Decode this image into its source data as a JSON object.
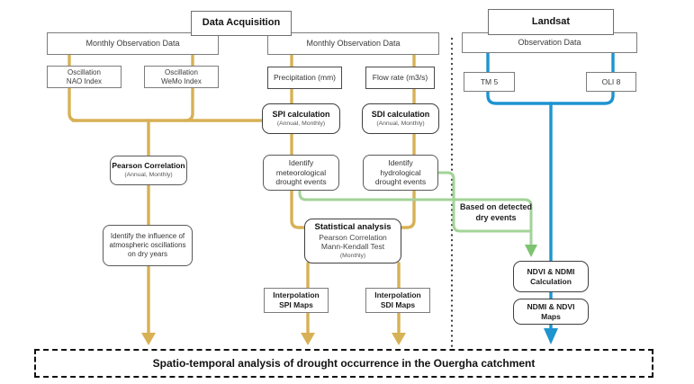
{
  "colors": {
    "yellow": "#D7B155",
    "blue": "#1E94D0",
    "green": "#A3D398",
    "green_arrow": "#7CC46F",
    "divider": "#3a3a3a"
  },
  "headers": {
    "data_acquisition": "Data Acquisition",
    "landsat": "Landsat"
  },
  "boxes": {
    "monthly_obs_left": {
      "label": "Monthly Observation Data"
    },
    "monthly_obs_mid": {
      "label": "Monthly Observation Data"
    },
    "observation_data": {
      "label": "Observation Data"
    },
    "osc_nao": {
      "line1": "Oscillation",
      "line2": "NAO Index"
    },
    "osc_wemo": {
      "line1": "Oscillation",
      "line2": "WeMo Index"
    },
    "precipitation": {
      "label": "Precipitation (mm)"
    },
    "flow_rate": {
      "label": "Flow rate (m3/s)"
    },
    "tm5": {
      "label": "TM 5"
    },
    "oli8": {
      "label": "OLI 8"
    },
    "spi_calc": {
      "title": "SPI calculation",
      "subtitle": "(Annual, Monthly)"
    },
    "sdi_calc": {
      "title": "SDI calculation",
      "subtitle": "(Annual, Monthly)"
    },
    "pearson": {
      "title": "Pearson Correlation",
      "subtitle": "(Annual, Monthly)"
    },
    "identify_met": {
      "line1": "Identify",
      "line2": "meteorological",
      "line3": "drought events"
    },
    "identify_hyd": {
      "line1": "Identify",
      "line2": "hydrological",
      "line3": "drought events"
    },
    "influence": {
      "line1": "Identify the influence of",
      "line2": "atmospheric oscillations",
      "line3": "on dry years"
    },
    "stat_analysis": {
      "title": "Statistical analysis",
      "line2": "Pearson Correlation",
      "line3": "Mann-Kendall Test",
      "subtitle": "(Monthly)"
    },
    "interp_spi": {
      "line1": "Interpolation",
      "line2": "SPI Maps"
    },
    "interp_sdi": {
      "line1": "Interpolation",
      "line2": "SDI Maps"
    },
    "ndvi_calc": {
      "line1": "NDVI & NDMI",
      "line2": "Calculation"
    },
    "ndmi_maps": {
      "line1": "NDMI & NDVI",
      "line2": "Maps"
    }
  },
  "annotations": {
    "based_on_line1": "Based on detected",
    "based_on_line2": "dry events"
  },
  "banner": {
    "label": "Spatio-temporal analysis of drought occurrence in the Ouergha catchment"
  }
}
